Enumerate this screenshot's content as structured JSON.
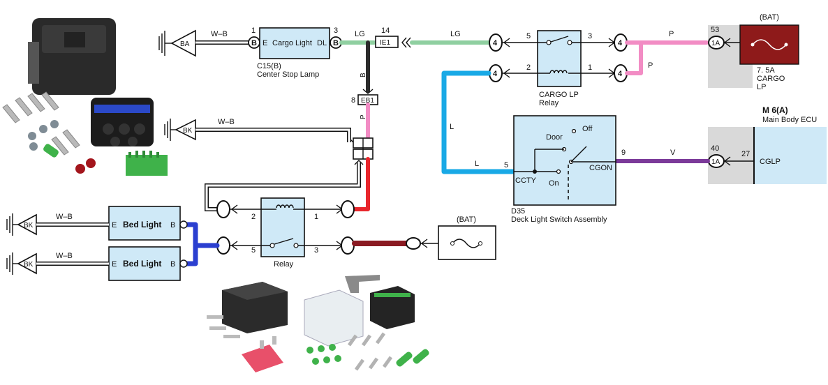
{
  "components": {
    "cargo_light": {
      "label": "Cargo Light",
      "pin_e": "E",
      "pin_dl": "DL",
      "pin1": "1",
      "pin3": "3",
      "conn_b1": "B",
      "conn_b2": "B",
      "code": "C15(B)",
      "name": "Center Stop Lamp"
    },
    "cargo_lp_relay": {
      "name_line1": "CARGO LP",
      "name_line2": "Relay",
      "pin5": "5",
      "pin3": "3",
      "pin2": "2",
      "pin1": "1"
    },
    "fuse_cargo": {
      "bat": "(BAT)",
      "rating": "7. 5A",
      "name_line1": "CARGO",
      "name_line2": "LP",
      "conn": "1A",
      "pin": "53"
    },
    "main_body_ecu": {
      "code": "M 6(A)",
      "name": "Main Body ECU",
      "terminal": "CGLP",
      "pin": "27",
      "conn_pin": "40",
      "conn": "1A"
    },
    "deck_switch": {
      "code": "D35",
      "name": "Deck Light Switch Assembly",
      "door": "Door",
      "off": "Off",
      "on": "On",
      "ccty": "CCTY",
      "cgon": "CGON",
      "pin5": "5",
      "pin9": "9"
    },
    "bed_light_1": {
      "label": "Bed Light",
      "pin_e": "E",
      "pin_b": "B"
    },
    "bed_light_2": {
      "label": "Bed Light",
      "pin_e": "E",
      "pin_b": "B"
    },
    "relay": {
      "name": "Relay",
      "pin2": "2",
      "pin1": "1",
      "pin5": "5",
      "pin3": "3"
    },
    "fuse_bed": {
      "bat": "(BAT)"
    },
    "ie1": {
      "label": "IE1",
      "pin": "14"
    },
    "eb1": {
      "label": "EB1",
      "pin": "8"
    },
    "connector_4": "4"
  },
  "grounds": {
    "ba": "BA",
    "bk1": "BK",
    "bk2": "BK",
    "bk3": "BK"
  },
  "wires": {
    "wb_top": "W–B",
    "wb_mid": "W–B",
    "wb_bed1": "W–B",
    "wb_bed2": "W–B",
    "lg_left": "LG",
    "lg_right": "LG",
    "b_vert": "B",
    "p_vert": "P",
    "p_top": "P",
    "p_side": "P",
    "l_vert": "L",
    "l_horiz": "L",
    "v": "V"
  },
  "colors": {
    "lg": "#8fcfa0",
    "pink": "#f28cc4",
    "blue": "#19a9e6",
    "purple": "#7b3a99",
    "red": "#e8262c",
    "darkred": "#8a1a22",
    "wire_b": "#2b2b2b",
    "bed_blue": "#2b3fd0",
    "box_fill": "#cfe9f7",
    "fuse_fill": "#8e1a1a",
    "gray_bg": "#d9d9d9"
  }
}
